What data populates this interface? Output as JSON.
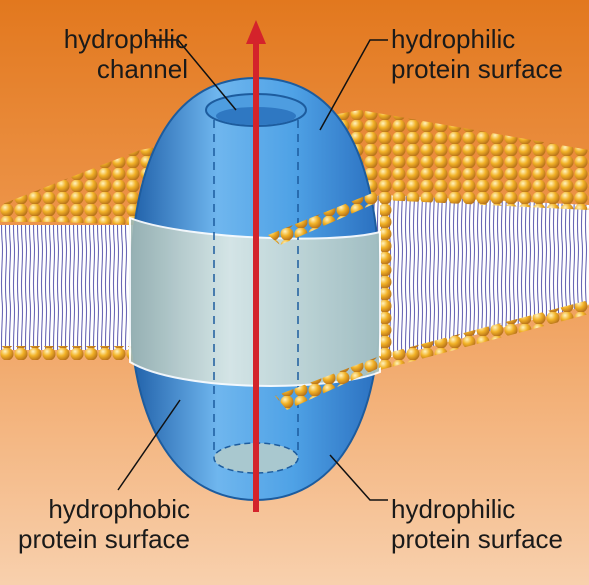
{
  "labels": {
    "top_left": {
      "line1": "hydrophilic",
      "line2": "channel"
    },
    "top_right": {
      "line1": "hydrophilic",
      "line2": "protein surface"
    },
    "bottom_left": {
      "line1": "hydrophobic",
      "line2": "protein surface"
    },
    "bottom_right": {
      "line1": "hydrophilic",
      "line2": "protein surface"
    }
  },
  "colors": {
    "background_top": "#e2781e",
    "background_bottom": "#f8d0ad",
    "protein": "#3f93d8",
    "protein_band": "#c5d8d4",
    "lipid_head": "#f2b227",
    "lipid_tail": "#6a67b4",
    "arrow": "#d4232b"
  }
}
